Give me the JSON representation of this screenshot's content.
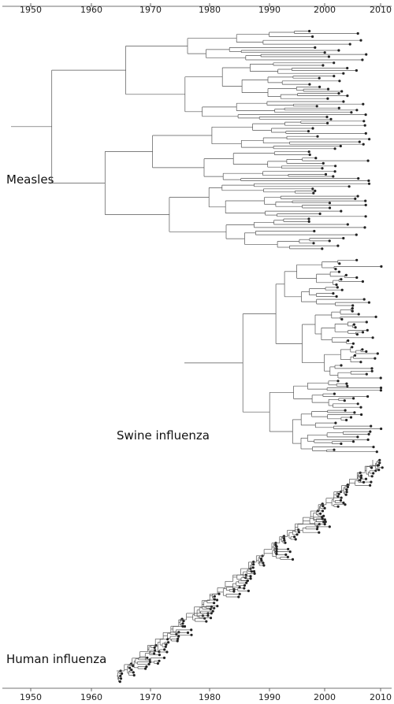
{
  "axis": {
    "top_ticks": [
      "1950",
      "1960",
      "1970",
      "1980",
      "1990",
      "2000",
      "2010"
    ],
    "bottom_ticks": [
      "1950",
      "1960",
      "1970",
      "1980",
      "1990",
      "2000",
      "2010"
    ]
  },
  "panels": {
    "measles": {
      "label": "Measles"
    },
    "swine": {
      "label": "Swine influenza"
    },
    "human": {
      "label": "Human influenza"
    }
  },
  "colors": {
    "branch": "#555555",
    "tip": "#222222",
    "axis": "#444444",
    "text": "#111111"
  }
}
